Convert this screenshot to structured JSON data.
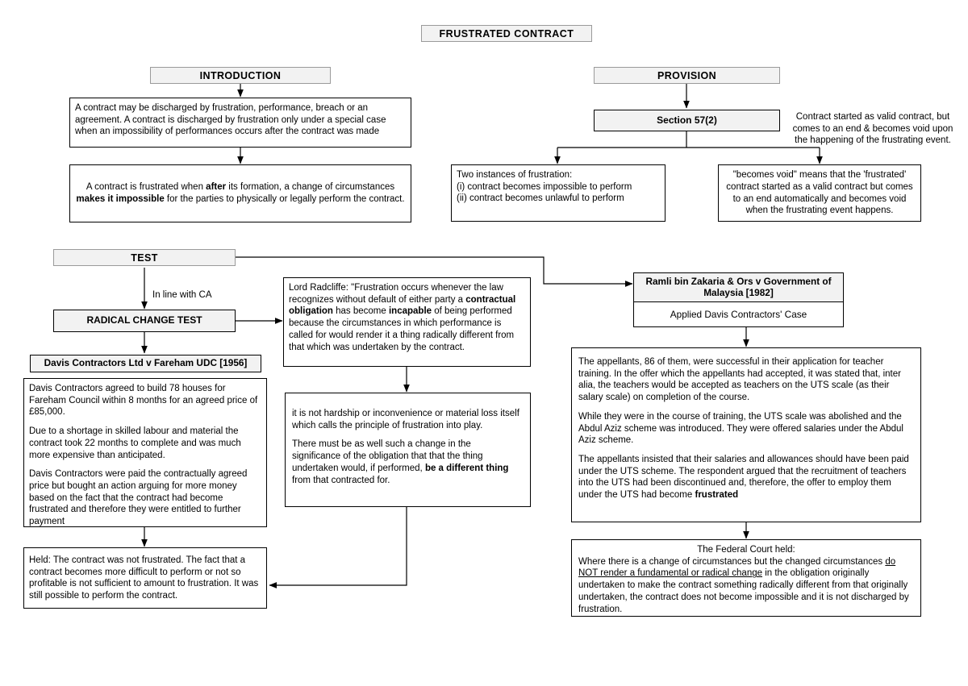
{
  "diagram": {
    "title": "FRUSTRATED CONTRACT",
    "introduction": {
      "heading": "INTRODUCTION",
      "definition_box": "A contract may be discharged by frustration, performance, breach or an agreement. A contract is discharged by frustration only under a special case when an impossibility of performances occurs after the contract was made",
      "frustration_box": {
        "part1": "A contract is frustrated when ",
        "bold1": "after",
        "part2": " its formation, a change of circumstances ",
        "bold2": "makes it impossible",
        "part3": " for the parties to physically or legally perform the contract."
      }
    },
    "provision": {
      "heading": "PROVISION",
      "section": "Section 57(2)",
      "side_note": "Contract started as valid contract, but comes to an end & becomes void upon the happening of the frustrating event.",
      "instances_box": {
        "line1": "Two instances of frustration:",
        "line2": "(i) contract becomes impossible to perform",
        "line3": "(ii) contract becomes unlawful to perform"
      },
      "void_box": "\"becomes void\" means that the 'frustrated' contract started as a valid contract but comes to an end automatically and becomes void when the frustrating event happens."
    },
    "test": {
      "heading": "TEST",
      "edge_label": "In line with CA",
      "radical_change_test": "RADICAL CHANGE TEST",
      "radcliffe_box": {
        "part1": "Lord Radcliffe: \"Frustration occurs whenever the law recognizes without default of either party a ",
        "bold1": "contractual obligation",
        "part2": " has become ",
        "bold2": "incapable",
        "part3": " of being performed because the circumstances in which performance is called for would render it a thing radically different from that which was undertaken by the contract."
      },
      "hardship_box": {
        "para1": "it is not hardship or inconvenience or material loss itself which calls the principle of frustration into play.",
        "para2_part1": "There must be as well such a change in the significance of the obligation that that the thing undertaken would, if performed, ",
        "para2_bold": "be a different thing",
        "para2_part2": " from that contracted for."
      }
    },
    "davis_case": {
      "title": "Davis Contractors Ltd v Fareham UDC [1956]",
      "facts": {
        "para1": "Davis Contractors agreed to build 78 houses for Fareham Council within 8 months for an agreed price of £85,000.",
        "para2": "Due to a shortage in skilled labour and material the contract took 22 months to complete and was much more expensive than anticipated.",
        "para3": "Davis Contractors were paid the contractually agreed price but bought an action arguing for more money based on the fact that the contract had become frustrated and therefore they were entitled to further payment"
      },
      "held": "Held: The contract was not frustrated. The fact that a contract becomes more difficult to perform or not so profitable is not sufficient to amount to frustration. It was still possible to perform the contract."
    },
    "ramli_case": {
      "title": "Ramli bin Zakaria & Ors v Government of Malaysia [1982]",
      "subtitle": "Applied Davis Contractors' Case",
      "facts": {
        "para1": "The appellants, 86 of them, were successful in their application for teacher training. In the offer which the appellants had accepted, it was stated that, inter alia, the teachers would be accepted as teachers on the UTS scale (as their salary scale) on completion of the course.",
        "para2": "  While they were in the course of training, the UTS scale was abolished and the Abdul Aziz scheme was introduced. They were offered salaries under the Abdul Aziz scheme.",
        "para3_part1": "The appellants insisted that their salaries and allowances should have been paid under the UTS scheme. The respondent argued that the recruitment of teachers into the UTS had been discontinued and, therefore, the offer to employ them under the UTS had become ",
        "para3_bold": "frustrated"
      },
      "holding": {
        "line1": "The Federal Court held:",
        "line2": "Where there is a change of circumstances but the changed circumstances ",
        "underline": "do NOT render a fundamental or radical change",
        "line3": " in the obligation originally undertaken to make the contract something radically different from that originally undertaken, the contract does not become impossible and it is not discharged by frustration."
      }
    },
    "colors": {
      "header_fill": "#f2f2f2",
      "header_border": "#9a9a9a",
      "box_border": "#000000",
      "line": "#000000",
      "text": "#000000"
    }
  }
}
